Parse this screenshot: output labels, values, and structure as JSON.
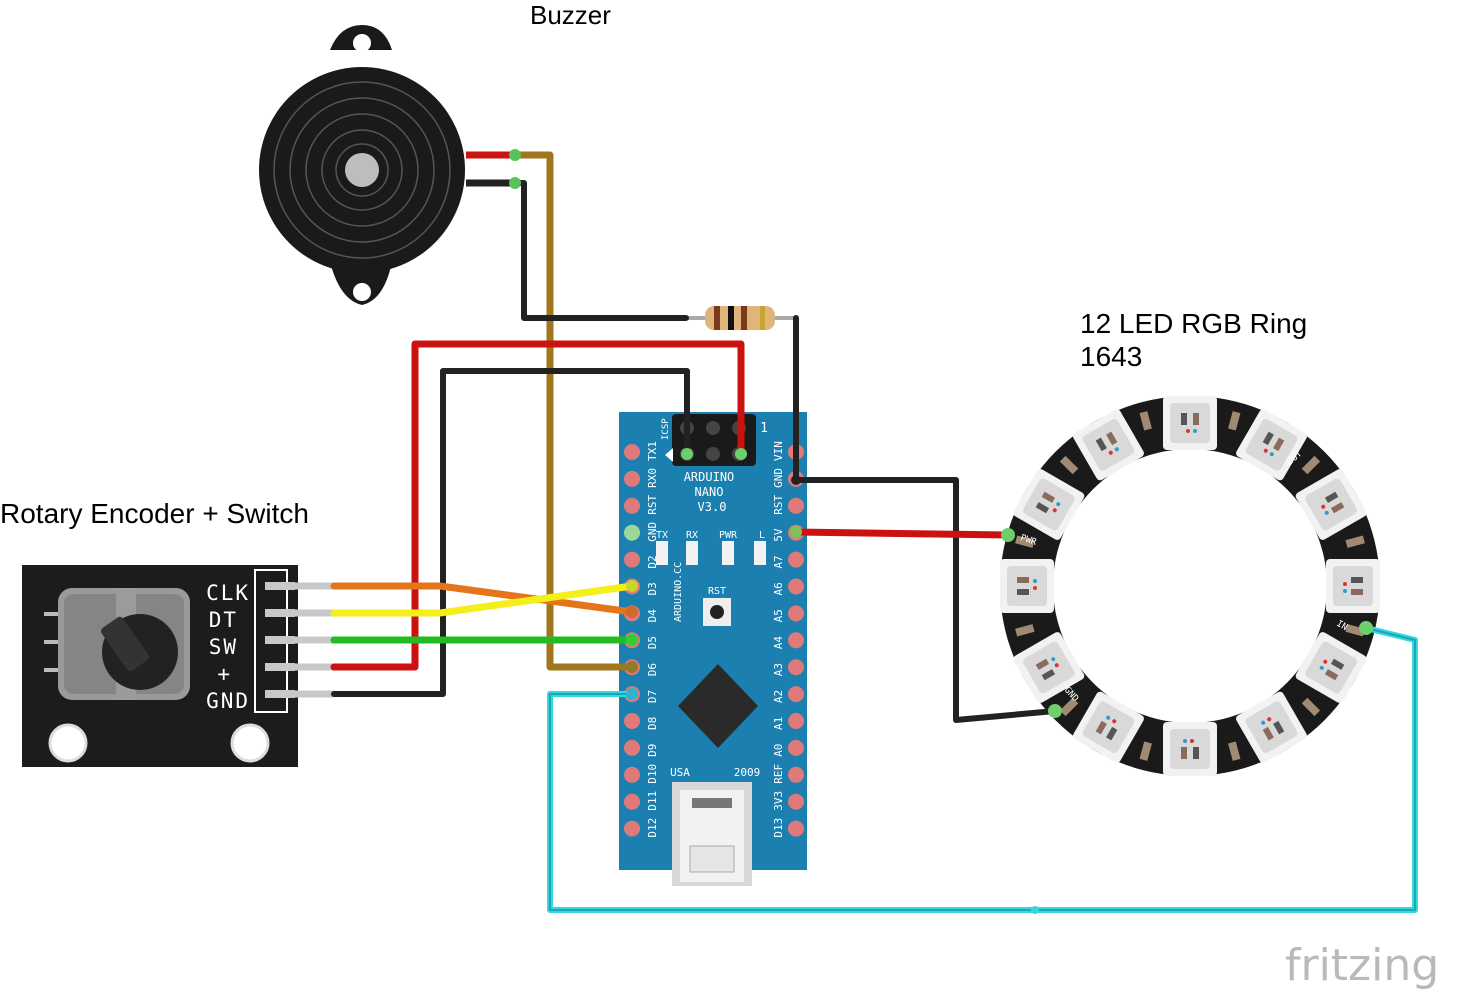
{
  "labels": {
    "buzzer": "Buzzer",
    "ring_line1": "12 LED RGB Ring",
    "ring_line2": "1643",
    "encoder": "Rotary Encoder + Switch",
    "brand": "fritzing"
  },
  "encoder_pins": [
    "CLK",
    "DT",
    "SW",
    "+",
    "GND"
  ],
  "nano": {
    "title": "ARDUINO",
    "model": "NANO",
    "version": "V3.0",
    "icsp": "ICSP",
    "pin1": "1",
    "left_pins": [
      "TX1",
      "RX0",
      "RST",
      "GND",
      "D2",
      "D3",
      "D4",
      "D5",
      "D6",
      "D7",
      "D8",
      "D9",
      "D10",
      "D11",
      "D12"
    ],
    "right_pins": [
      "VIN",
      "GND",
      "RST",
      "5V",
      "A7",
      "A6",
      "A5",
      "A4",
      "A3",
      "A2",
      "A1",
      "A0",
      "REF",
      "3V3",
      "D13"
    ],
    "leds": [
      "TX",
      "RX",
      "PWR",
      "L"
    ],
    "rst": "RST",
    "url": "ARDUINO.CC",
    "country": "USA",
    "year": "2009"
  },
  "ring_pins": {
    "pwr": "PWR",
    "gnd": "GND",
    "in": "IN",
    "out": "OUT"
  },
  "wire_colors": {
    "red": "#cc1111",
    "black": "#222222",
    "brown": "#a0771c",
    "orange": "#e67418",
    "yellow": "#f4ee1a",
    "green": "#22bb22",
    "cyan": "#34d6e0"
  }
}
